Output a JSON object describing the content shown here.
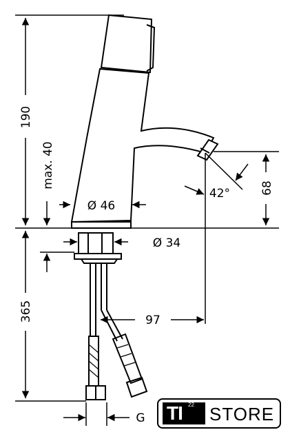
{
  "dimensions": {
    "total_height": "190",
    "max_height": "max. 40",
    "body_diameter": "Ø 46",
    "base_diameter": "Ø 34",
    "spout_height": "68",
    "spout_angle": "42°",
    "hose_length": "365",
    "projection": "97",
    "connection": "G"
  },
  "logo": {
    "mark": "TI",
    "superscript": "22",
    "name": "STORE"
  }
}
